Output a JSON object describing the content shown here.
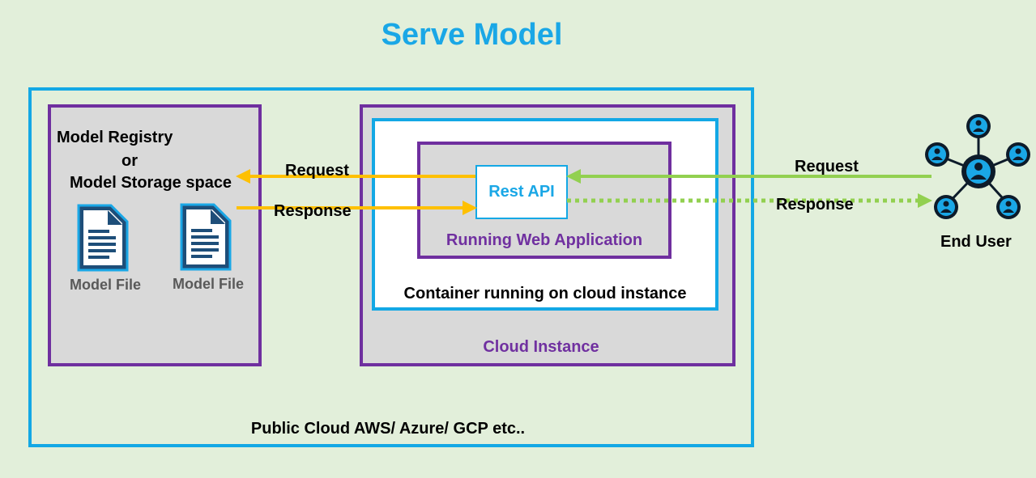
{
  "title": "Serve Model",
  "public_cloud": {
    "label": "Public Cloud AWS/ Azure/ GCP etc.."
  },
  "registry": {
    "line1": "Model Registry",
    "line2": "or",
    "line3": "Model Storage space",
    "files": [
      "Model File",
      "Model File"
    ]
  },
  "cloud_instance": {
    "label": "Cloud Instance"
  },
  "container": {
    "label": "Container running on cloud instance"
  },
  "web_app": {
    "label": "Running Web Application"
  },
  "rest_api": {
    "label": "Rest API"
  },
  "internal_arrows": {
    "request": "Request",
    "response": "Response"
  },
  "external_arrows": {
    "request": "Request",
    "response": "Response"
  },
  "end_user": {
    "label": "End User",
    "icon": "network-users-icon"
  },
  "colors": {
    "background": "#e2efda",
    "cloud_border": "#13a8e5",
    "box_border": "#6f2f9f",
    "box_fill": "#d9d9d9",
    "internal_arrow": "#ffc000",
    "external_arrow": "#92d050",
    "title": "#1aa7e6"
  }
}
